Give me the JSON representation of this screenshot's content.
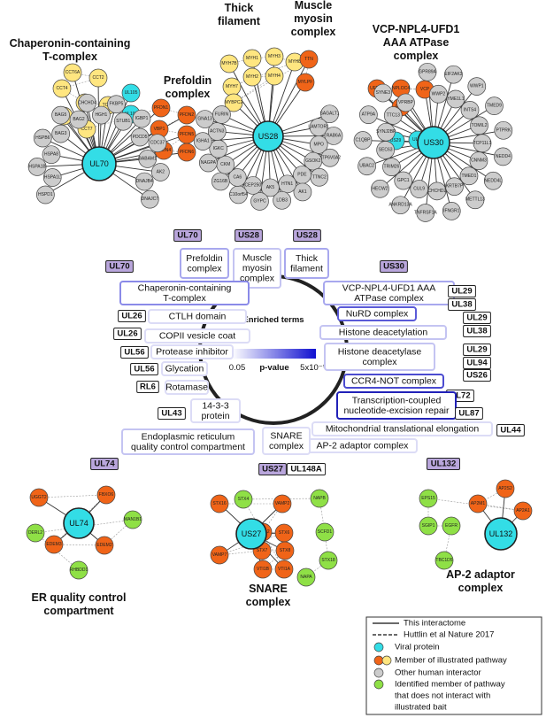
{
  "title": "Enriched terms",
  "pvalue": {
    "label": "p-value",
    "low": "0.05",
    "high": "5x10⁻⁹"
  },
  "colors": {
    "viral": "#33dde6",
    "member": "#f06418",
    "member_light": "#ffe680",
    "other": "#cccccc",
    "identified": "#8fe046",
    "tag": "#b9a6dc"
  },
  "networks": [
    {
      "id": "ul70",
      "hub": "UL70",
      "titles": [
        "Chaperonin-containing",
        "T-complex"
      ],
      "title2": [
        "Prefoldin",
        "complex"
      ],
      "viral": [
        "UL105",
        "UL102"
      ],
      "yellow": [
        "CCT6A",
        "CCT2",
        "CCT4",
        "CCT3",
        "TCP1",
        "CCT5",
        "CCT7"
      ],
      "orange": [
        "PFDN1",
        "PFDN2",
        "VBP1",
        "PFDN5",
        "PFDN4",
        "PFDN6"
      ],
      "grey": [
        "HSPD1",
        "HSPA1L",
        "HSPA1B",
        "HSPA8",
        "HSPB6",
        "BAG3",
        "BAG5",
        "BAG2",
        "CHCHD4",
        "HGH1",
        "FKBP5",
        "STUB1",
        "IGBP1",
        "PDCD5",
        "CDC37",
        "BABAM1",
        "AK2",
        "DNAJB4",
        "DNAJC7"
      ]
    },
    {
      "id": "us28",
      "hub": "US28",
      "titles": [
        "Thick",
        "filament"
      ],
      "title2": [
        "Muscle",
        "myosin",
        "complex"
      ],
      "yellow": [
        "MYH7B",
        "MYH1",
        "MYH3",
        "MYH8",
        "MYH7",
        "MYH2",
        "MYH4",
        "MYBPC2"
      ],
      "orange": [
        "TTN",
        "MYLPF"
      ],
      "grey": [
        "SAGALT1",
        "LAMTOR1",
        "RAB6A",
        "MPO",
        "ATP6V0A2",
        "GSOK2",
        "TTNC2",
        "PDE",
        "AK1",
        "HTN1",
        "LDB3",
        "AK5",
        "GYPC",
        "CEP250",
        "C10orf54",
        "CA6",
        "ZG16B",
        "CKM",
        "NAGPA",
        "IGKC",
        "IGHA1",
        "ACTN3",
        "GNA13",
        "FURIN"
      ]
    },
    {
      "id": "us30",
      "hub": "US30",
      "titles": [
        "VCP-NPL4-UFD1",
        "AAA ATPase",
        "complex"
      ],
      "viral": [
        "US29",
        "UL53"
      ],
      "orange": [
        "NPLOC4",
        "VCP",
        "UFD1L",
        "FAF2"
      ],
      "grey": [
        "GPR89A",
        "WWP2",
        "EIF2AK3",
        "YME1L1",
        "WWP1",
        "INTS4",
        "TMED9",
        "TOMIL2",
        "PTPRK",
        "TCP11L1",
        "NEDD4",
        "CNNM3",
        "NEDD4L",
        "TMED1",
        "METTL13",
        "KRTB7P",
        "IFNGR1",
        "CHCHD2",
        "TNFRSF1A",
        "CUL9",
        "ANKRD13A",
        "GPC1",
        "HECW2",
        "TRIM26",
        "UBAC2",
        "SEC63",
        "C1QBP",
        "SYNJ2BP",
        "ATP9A",
        "TTC13",
        "SYNE3",
        "VPRBP"
      ]
    },
    {
      "id": "ul74",
      "hub": "UL74",
      "titles": [
        "ER quality control",
        "compartment"
      ],
      "orange": [
        "UGGT2",
        "FBXO6",
        "EDEM3",
        "EDEM2"
      ],
      "green": [
        "MAN1B1",
        "DERL2",
        "RHBDD1"
      ]
    },
    {
      "id": "us27",
      "hub": "US27",
      "titles": [
        "SNARE",
        "complex"
      ],
      "orange": [
        "STX16",
        "VAMP2",
        "STX12",
        "STX6",
        "VAMP7",
        "STX7",
        "STX8",
        "VTI1B",
        "VTI1A"
      ],
      "green": [
        "STX4",
        "NAPB",
        "SCFD1",
        "STX18",
        "NAPA"
      ]
    },
    {
      "id": "ul132",
      "hub": "UL132",
      "titles": [
        "AP-2 adaptor",
        "complex"
      ],
      "orange": [
        "AP2S2",
        "AP2M1",
        "AP2A1"
      ],
      "green": [
        "EPS15",
        "SGIP1",
        "EGFR",
        "TBC1D5"
      ]
    }
  ],
  "terms": [
    {
      "label": [
        "Prefoldin",
        "complex"
      ],
      "border": "#a8a8ee",
      "tags": [
        "UL70"
      ],
      "tagStyle": "purple"
    },
    {
      "label": [
        "Muscle",
        "myosin",
        "complex"
      ],
      "border": "#c4c4f2",
      "tags": [
        "US28"
      ],
      "tagStyle": "purple"
    },
    {
      "label": [
        "Thick",
        "filament"
      ],
      "border": "#a8a8ee",
      "tags": [
        "US28"
      ],
      "tagStyle": "purple"
    },
    {
      "label": [
        "VCP-NPL4-UFD1 AAA",
        "ATPase complex"
      ],
      "border": "#a8a8ee",
      "tags": [
        "US30"
      ],
      "tagStyle": "purple"
    },
    {
      "label": [
        "Chaperonin-containing",
        "T-complex"
      ],
      "border": "#8a8ae8",
      "tags": [
        "UL70"
      ],
      "tagStyle": "purple"
    },
    {
      "label": [
        "CTLH domain"
      ],
      "border": "#dcdcf6",
      "tags": [
        "UL26"
      ],
      "tagStyle": "white"
    },
    {
      "label": [
        "COPII vesicle coat"
      ],
      "border": "#dcdcf6",
      "tags": [
        "UL26"
      ],
      "tagStyle": "white"
    },
    {
      "label": [
        "Protease inhibitor"
      ],
      "border": "#dcdcf6",
      "tags": [
        "UL56"
      ],
      "tagStyle": "white"
    },
    {
      "label": [
        "Glycation"
      ],
      "border": "#dcdcf6",
      "tags": [
        "UL56"
      ],
      "tagStyle": "white"
    },
    {
      "label": [
        "Rotamase"
      ],
      "border": "#dcdcf6",
      "tags": [
        "RL6"
      ],
      "tagStyle": "white"
    },
    {
      "label": [
        "14-3-3",
        "protein"
      ],
      "border": "#dcdcf6",
      "tags": [
        "UL43"
      ],
      "tagStyle": "white"
    },
    {
      "label": [
        "NuRD complex"
      ],
      "border": "#5a5ad8",
      "tags": [
        "UL29",
        "UL38"
      ],
      "tagStyle": "white"
    },
    {
      "label": [
        "Histone deacetylation"
      ],
      "border": "#c4c4f2",
      "tags": [
        "UL29",
        "UL38"
      ],
      "tagStyle": "white"
    },
    {
      "label": [
        "Histone deacetylase",
        "complex"
      ],
      "border": "#c4c4f2",
      "tags": [
        "UL29",
        "UL94",
        "US26"
      ],
      "tagStyle": "white"
    },
    {
      "label": [
        "CCR4-NOT complex"
      ],
      "border": "#4b4bd0",
      "tags": [
        "UL72"
      ],
      "tagStyle": "white"
    },
    {
      "label": [
        "Transcription-coupled",
        "nucleotide-excision repair"
      ],
      "border": "#2121b8",
      "tags": [
        "UL87"
      ],
      "tagStyle": "white"
    },
    {
      "label": [
        "Mitochondrial translational elongation"
      ],
      "border": "#dcdcf6",
      "tags": [
        "UL44"
      ],
      "tagStyle": "white"
    },
    {
      "label": [
        "AP-2 adaptor complex"
      ],
      "border": "#dcdcf6",
      "tags": [
        "UL132"
      ],
      "tagStyle": "purple"
    },
    {
      "label": [
        "Endoplasmic reticulum",
        "quality control compartment"
      ],
      "border": "#c4c4f2",
      "tags": [
        "UL74"
      ],
      "tagStyle": "purple"
    },
    {
      "label": [
        "SNARE",
        "complex"
      ],
      "border": "#dcdcf6",
      "tags": [
        "US27",
        "UL148A"
      ],
      "tagStyle": "mixed"
    }
  ],
  "legend": [
    {
      "kind": "line",
      "style": "solid",
      "label": "This interactome"
    },
    {
      "kind": "line",
      "style": "dashed",
      "label": "Huttlin et al Nature 2017"
    },
    {
      "kind": "dot",
      "fills": [
        "#33dde6"
      ],
      "label": "Viral protein"
    },
    {
      "kind": "dot",
      "fills": [
        "#f06418",
        "#ffe680"
      ],
      "label": "Member of illustrated pathway"
    },
    {
      "kind": "dot",
      "fills": [
        "#cccccc"
      ],
      "label": "Other human interactor"
    },
    {
      "kind": "dot",
      "fills": [
        "#8fe046"
      ],
      "label": "Identified member of pathway"
    },
    {
      "kind": "text",
      "label": "that does not interact with"
    },
    {
      "kind": "text",
      "label": "illustrated bait"
    }
  ]
}
